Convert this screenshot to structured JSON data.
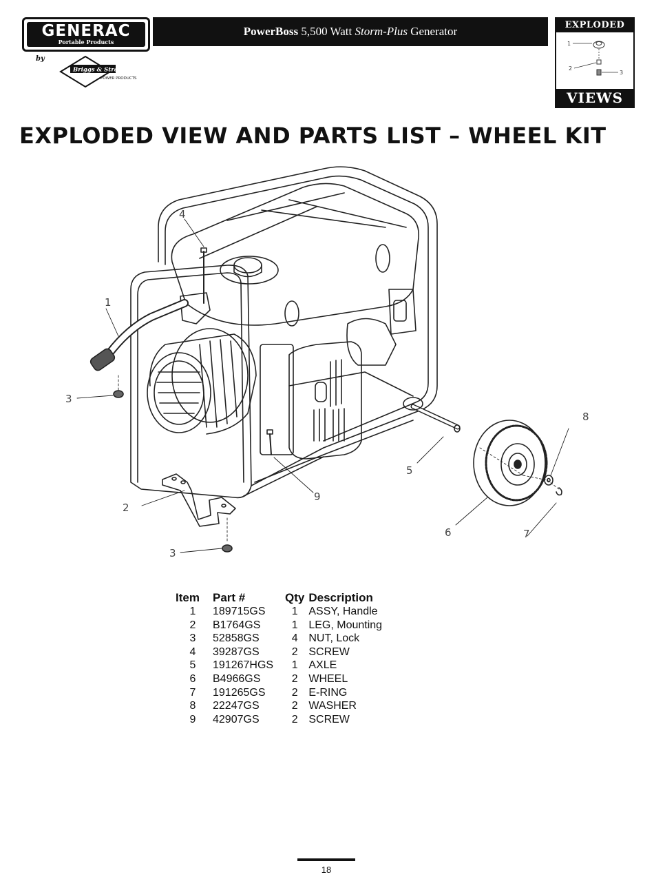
{
  "brand": {
    "logo_text": "GENERAC",
    "logo_sub": "Portable Products",
    "by": "by",
    "partner_name": "Briggs & Stratton",
    "partner_sub": "POWER PRODUCTS"
  },
  "header": {
    "product_bold": "PowerBoss",
    "product_rest": " 5,500 Watt ",
    "product_italic": "Storm-Plus",
    "product_end": " Generator"
  },
  "badge": {
    "top": "EXPLODED",
    "bottom": "VIEWS",
    "callouts": [
      "1",
      "2",
      "3"
    ]
  },
  "title": "EXPLODED VIEW AND PARTS LIST – WHEEL KIT",
  "diagram": {
    "callouts": [
      "1",
      "2",
      "3",
      "3",
      "4",
      "5",
      "6",
      "7",
      "8",
      "9"
    ]
  },
  "parts_table": {
    "headers": [
      "Item",
      "Part #",
      "Qty",
      "Description"
    ],
    "rows": [
      {
        "item": "1",
        "part": "189715GS",
        "qty": "1",
        "desc": "ASSY, Handle"
      },
      {
        "item": "2",
        "part": "B1764GS",
        "qty": "1",
        "desc": "LEG, Mounting"
      },
      {
        "item": "3",
        "part": "52858GS",
        "qty": "4",
        "desc": "NUT, Lock"
      },
      {
        "item": "4",
        "part": "39287GS",
        "qty": "2",
        "desc": "SCREW"
      },
      {
        "item": "5",
        "part": "191267HGS",
        "qty": "1",
        "desc": "AXLE"
      },
      {
        "item": "6",
        "part": "B4966GS",
        "qty": "2",
        "desc": "WHEEL"
      },
      {
        "item": "7",
        "part": "191265GS",
        "qty": "2",
        "desc": "E-RING"
      },
      {
        "item": "8",
        "part": "22247GS",
        "qty": "2",
        "desc": "WASHER"
      },
      {
        "item": "9",
        "part": "42907GS",
        "qty": "2",
        "desc": "SCREW"
      }
    ]
  },
  "page_number": "18"
}
